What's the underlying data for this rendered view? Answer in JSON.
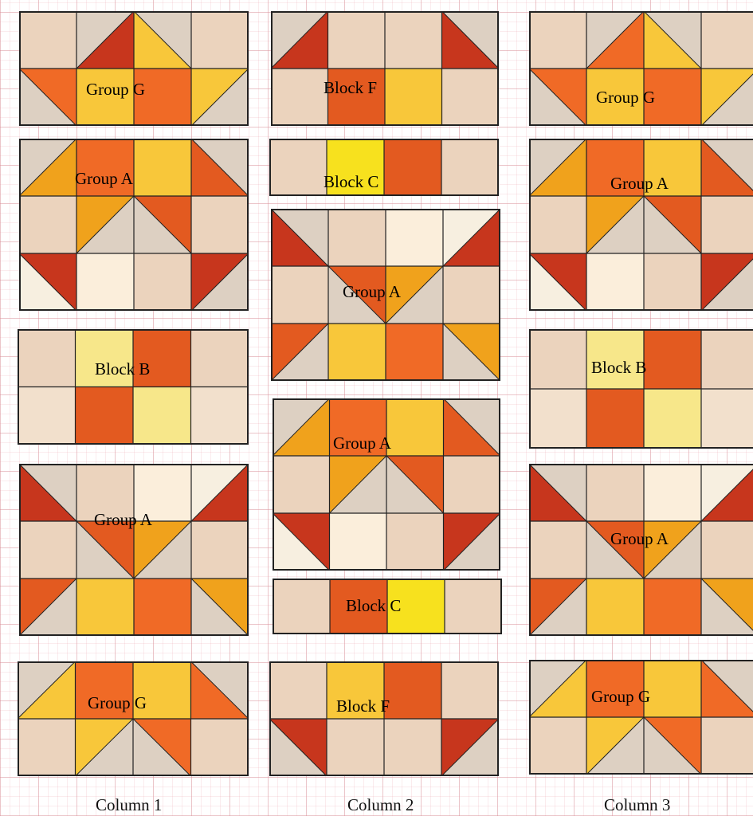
{
  "colors": {
    "beige": "#ebd3bd",
    "beige_light": "#f2e0cc",
    "beige_gray": "#ddd0c2",
    "cream": "#fbeedb",
    "cream_pale": "#f7efe0",
    "yellow": "#f8c73a",
    "yellow_pale": "#f7e78a",
    "yellow_bright": "#f7e11e",
    "orange": "#f06a26",
    "orange_deep": "#e35a20",
    "orange_light": "#f0a21c",
    "rust": "#c7361d",
    "outline": "#222222"
  },
  "columns": [
    {
      "label": "Column 1",
      "blocks": [
        {
          "label": "Group G",
          "rows": [
            [
              "beige",
              "tri:rust:beige_gray:br",
              "tri:yellow:beige_gray:bl",
              "beige"
            ],
            [
              "tri:orange:beige_gray:tr",
              "yellow",
              "orange",
              "tri:yellow:beige_gray:tl"
            ]
          ]
        },
        {
          "label": "Group A",
          "rows": [
            [
              "tri:orange_light:beige_gray:br",
              "orange",
              "yellow",
              "tri:orange_deep:beige_gray:bl"
            ],
            [
              "beige",
              "tri:orange_light:beige_gray:tl",
              "tri:orange_deep:beige_gray:tr",
              "beige"
            ],
            [
              "tri:rust:cream_pale:tr",
              "cream",
              "beige",
              "tri:rust:beige_gray:tl"
            ]
          ]
        },
        {
          "label": "Block B",
          "rows": [
            [
              "beige",
              "yellow_pale",
              "orange_deep",
              "beige"
            ],
            [
              "beige_light",
              "orange_deep",
              "yellow_pale",
              "beige_light"
            ]
          ]
        },
        {
          "label": "Group A",
          "rows": [
            [
              "tri:rust:beige_gray:bl",
              "beige",
              "cream",
              "tri:rust:cream_pale:br"
            ],
            [
              "beige",
              "tri:orange_deep:beige_gray:tr",
              "tri:orange_light:beige_gray:tl",
              "beige"
            ],
            [
              "tri:orange_deep:beige_gray:tl",
              "yellow",
              "orange",
              "tri:orange_light:beige_gray:tr"
            ]
          ]
        },
        {
          "label": "Group G",
          "rows": [
            [
              "tri:yellow:beige_gray:br",
              "orange",
              "yellow",
              "tri:orange:beige_gray:bl"
            ],
            [
              "beige",
              "tri:yellow:beige_gray:tl",
              "tri:orange:beige_gray:tr",
              "beige"
            ]
          ]
        }
      ]
    },
    {
      "label": "Column 2",
      "blocks": [
        {
          "label": "Block F",
          "rows": [
            [
              "tri:rust:beige_gray:br",
              "beige",
              "beige",
              "tri:rust:beige_gray:bl"
            ],
            [
              "beige",
              "orange_deep",
              "yellow",
              "beige"
            ]
          ]
        },
        {
          "label": "Block C",
          "rows": [
            [
              "beige",
              "yellow_bright",
              "orange_deep",
              "beige"
            ]
          ]
        },
        {
          "label": "Group A",
          "rows": [
            [
              "tri:rust:beige_gray:bl",
              "beige",
              "cream",
              "tri:rust:cream_pale:br"
            ],
            [
              "beige",
              "tri:orange_deep:beige_gray:tr",
              "tri:orange_light:beige_gray:tl",
              "beige"
            ],
            [
              "tri:orange_deep:beige_gray:tl",
              "yellow",
              "orange",
              "tri:orange_light:beige_gray:tr"
            ]
          ]
        },
        {
          "label": "Group A",
          "rows": [
            [
              "tri:orange_light:beige_gray:br",
              "orange",
              "yellow",
              "tri:orange_deep:beige_gray:bl"
            ],
            [
              "beige",
              "tri:orange_light:beige_gray:tl",
              "tri:orange_deep:beige_gray:tr",
              "beige"
            ],
            [
              "tri:rust:cream_pale:tr",
              "cream",
              "beige",
              "tri:rust:beige_gray:tl"
            ]
          ]
        },
        {
          "label": "Block C",
          "rows": [
            [
              "beige",
              "orange_deep",
              "yellow_bright",
              "beige"
            ]
          ]
        },
        {
          "label": "Block F",
          "rows": [
            [
              "beige",
              "yellow",
              "orange_deep",
              "beige"
            ],
            [
              "tri:rust:beige_gray:tr",
              "beige",
              "beige",
              "tri:rust:beige_gray:tl"
            ]
          ]
        }
      ]
    },
    {
      "label": "Column 3",
      "blocks": [
        {
          "label": "Group G",
          "rows": [
            [
              "beige",
              "tri:orange:beige_gray:br",
              "tri:yellow:beige_gray:bl",
              "beige"
            ],
            [
              "tri:orange:beige_gray:tr",
              "yellow",
              "orange",
              "tri:yellow:beige_gray:tl"
            ]
          ]
        },
        {
          "label": "Group A",
          "rows": [
            [
              "tri:orange_light:beige_gray:br",
              "orange",
              "yellow",
              "tri:orange_deep:beige_gray:bl"
            ],
            [
              "beige",
              "tri:orange_light:beige_gray:tl",
              "tri:orange_deep:beige_gray:tr",
              "beige"
            ],
            [
              "tri:rust:cream_pale:tr",
              "cream",
              "beige",
              "tri:rust:beige_gray:tl"
            ]
          ]
        },
        {
          "label": "Block B",
          "rows": [
            [
              "beige",
              "yellow_pale",
              "orange_deep",
              "beige"
            ],
            [
              "beige_light",
              "orange_deep",
              "yellow_pale",
              "beige_light"
            ]
          ]
        },
        {
          "label": "Group A",
          "rows": [
            [
              "tri:rust:beige_gray:bl",
              "beige",
              "cream",
              "tri:rust:cream_pale:br"
            ],
            [
              "beige",
              "tri:orange_deep:beige_gray:tr",
              "tri:orange_light:beige_gray:tl",
              "beige"
            ],
            [
              "tri:orange_deep:beige_gray:tl",
              "yellow",
              "orange",
              "tri:orange_light:beige_gray:tr"
            ]
          ]
        },
        {
          "label": "Group G",
          "rows": [
            [
              "tri:yellow:beige_gray:br",
              "orange",
              "yellow",
              "tri:orange:beige_gray:bl"
            ],
            [
              "beige",
              "tri:yellow:beige_gray:tl",
              "tri:orange:beige_gray:tr",
              "beige"
            ]
          ]
        }
      ]
    }
  ]
}
